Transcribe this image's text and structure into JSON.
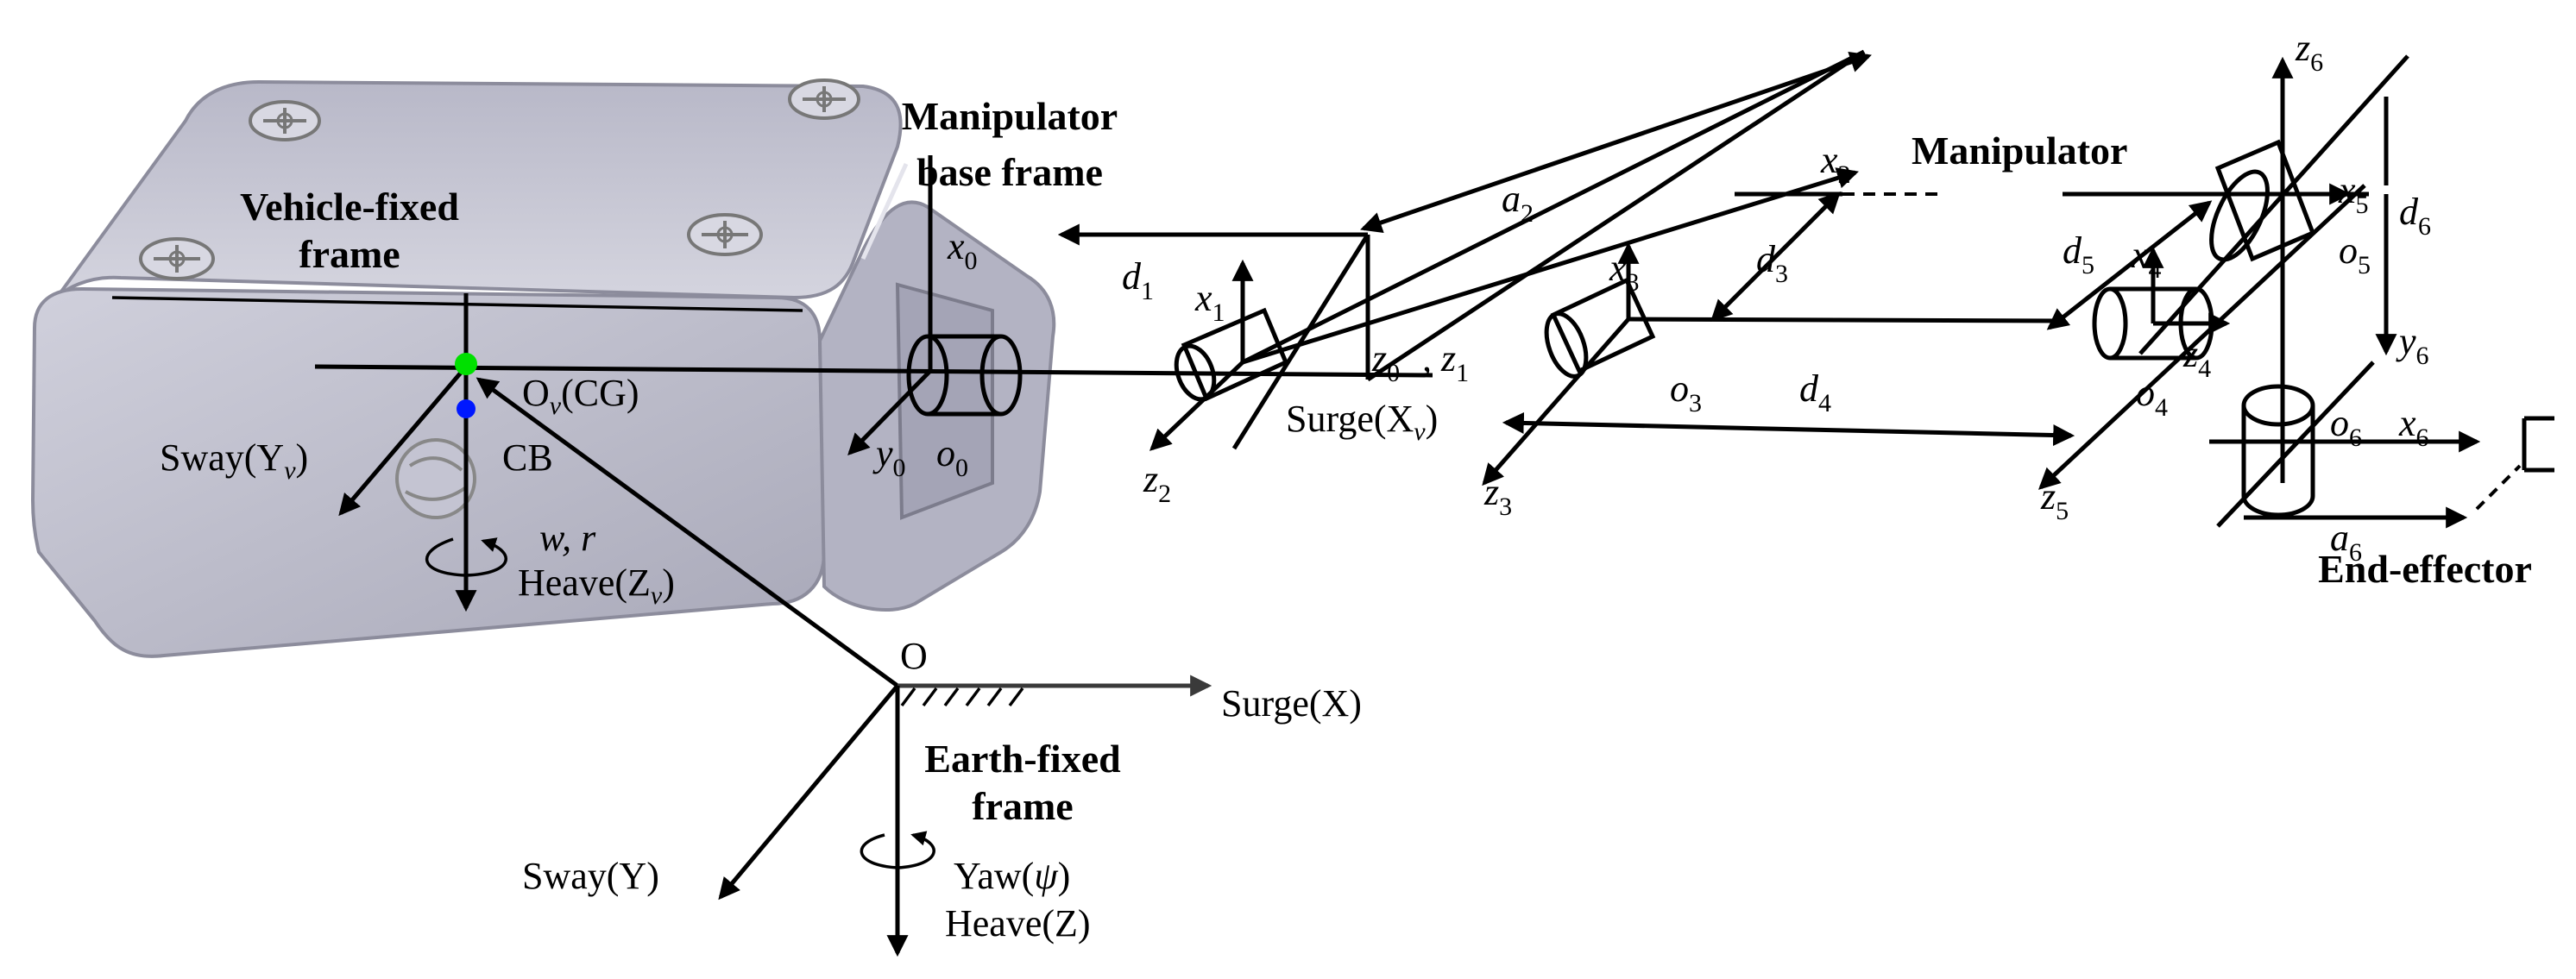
{
  "labels": {
    "vehicle_frame_1": "Vehicle-fixed",
    "vehicle_frame_2": "frame",
    "manip_base_1": "Manipulator",
    "manip_base_2": "base frame",
    "manipulator": "Manipulator",
    "end_effector": "End-effector",
    "earth_frame_1": "Earth-fixed",
    "earth_frame_2": "frame",
    "ov_main": "O",
    "ov_sub": "v",
    "ov_tail": "(CG)",
    "cb": "CB",
    "sway_v_main": "Sway(Y",
    "sway_v_sub": "v",
    "sway_v_tail": ")",
    "heave_v_main": "Heave(Z",
    "heave_v_sub": "v",
    "heave_v_tail": ")",
    "wr": "w, r",
    "surge_v_main": "Surge(X",
    "surge_v_sub": "v",
    "surge_v_tail": ")",
    "origin_o": "O",
    "surge_x": "Surge(X)",
    "sway_y": "Sway(Y)",
    "yaw_main": "Yaw(",
    "yaw_psi": "ψ",
    "yaw_tail": ")",
    "heave_z": "Heave(Z)"
  },
  "symbols": {
    "x0": [
      "x",
      "0"
    ],
    "y0": [
      "y",
      "0"
    ],
    "o0": [
      "o",
      "0"
    ],
    "z0z1_a": [
      "z",
      "0"
    ],
    "z0z1_b": [
      ", z",
      "1"
    ],
    "x1": [
      "x",
      "1"
    ],
    "z2": [
      "z",
      "2"
    ],
    "d1": [
      "d",
      "1"
    ],
    "a2": [
      "a",
      "2"
    ],
    "x2": [
      "x",
      "2"
    ],
    "x3": [
      "x",
      "3"
    ],
    "o3": [
      "o",
      "3"
    ],
    "z3": [
      "z",
      "3"
    ],
    "d3": [
      "d",
      "3"
    ],
    "d4": [
      "d",
      "4"
    ],
    "d5": [
      "d",
      "5"
    ],
    "z5": [
      "z",
      "5"
    ],
    "x4": [
      "x",
      "4"
    ],
    "z4": [
      "z",
      "4"
    ],
    "o4": [
      "o",
      "4"
    ],
    "x5": [
      "x",
      "5"
    ],
    "o5": [
      "o",
      "5"
    ],
    "d6": [
      "d",
      "6"
    ],
    "y6": [
      "y",
      "6"
    ],
    "z6": [
      "z",
      "6"
    ],
    "o6": [
      "o",
      "6"
    ],
    "x6": [
      "x",
      "6"
    ],
    "a6": [
      "a",
      "6"
    ]
  },
  "colors": {
    "body_fill": "#c9c9d6",
    "body_edge": "#8c8c9c",
    "cg_point": "#00e000",
    "cb_point": "#0018ff",
    "line": "#000000"
  },
  "icons": [
    "thruster-icon",
    "rotation-arrow-icon"
  ]
}
